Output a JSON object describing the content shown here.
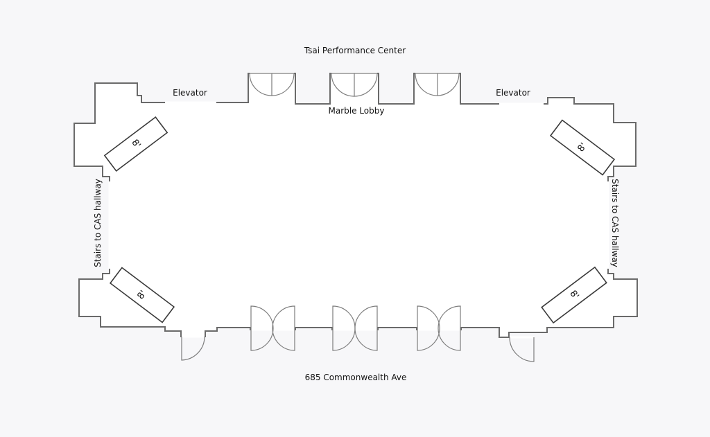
{
  "labels": {
    "top_building": "Tsai Performance Center",
    "elevator_left": "Elevator",
    "elevator_right": "Elevator",
    "lobby": "Marble Lobby",
    "stairs_left": "Stairs to CAS hallway",
    "stairs_right": "Stairs to CAS hallway",
    "address": "685 Commonwealth Ave"
  },
  "tables": [
    {
      "id": "table-top-left",
      "label": "8'"
    },
    {
      "id": "table-top-right",
      "label": "8'"
    },
    {
      "id": "table-bottom-left",
      "label": "8'"
    },
    {
      "id": "table-bottom-right",
      "label": "8'"
    }
  ],
  "colors": {
    "background": "#f7f7f9",
    "wall": "#6a6a6a",
    "floor": "#ffffff"
  }
}
